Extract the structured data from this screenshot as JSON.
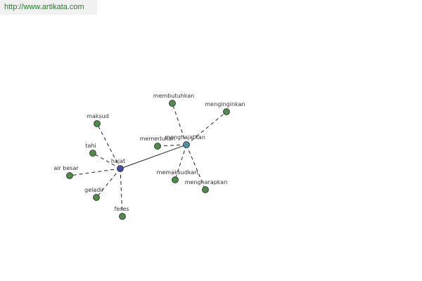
{
  "header": {
    "url": "http://www.artikata.com"
  },
  "graph": {
    "colors": {
      "hub_primary": "#3f4f9f",
      "hub_secondary": "#4f8f9f",
      "leaf": "#4f8a4a",
      "edge": "#222222"
    },
    "nodes": [
      {
        "id": "hajat",
        "label": "hajat",
        "kind": "hub_primary"
      },
      {
        "id": "menghajatkan",
        "label": "menghajatkan",
        "kind": "hub_secondary"
      },
      {
        "id": "maksud",
        "label": "maksud",
        "kind": "leaf"
      },
      {
        "id": "tahi",
        "label": "tahi",
        "kind": "leaf"
      },
      {
        "id": "air-besar",
        "label": "air besar",
        "kind": "leaf"
      },
      {
        "id": "geladir",
        "label": "geladir",
        "kind": "leaf"
      },
      {
        "id": "feses",
        "label": "feses",
        "kind": "leaf"
      },
      {
        "id": "membutuhkan",
        "label": "membutuhkan",
        "kind": "leaf"
      },
      {
        "id": "menginginkan",
        "label": "menginginkan",
        "kind": "leaf"
      },
      {
        "id": "memerlukan",
        "label": "memerlukan",
        "kind": "leaf"
      },
      {
        "id": "memaksudkan",
        "label": "memaksudkan",
        "kind": "leaf"
      },
      {
        "id": "mengharapkan",
        "label": "mengharapkan",
        "kind": "leaf"
      }
    ],
    "edges": [
      {
        "from": "hajat",
        "to": "menghajatkan",
        "style": "solid"
      },
      {
        "from": "hajat",
        "to": "maksud",
        "style": "dashed"
      },
      {
        "from": "hajat",
        "to": "tahi",
        "style": "dashed"
      },
      {
        "from": "hajat",
        "to": "air-besar",
        "style": "dashed"
      },
      {
        "from": "hajat",
        "to": "geladir",
        "style": "dashed"
      },
      {
        "from": "hajat",
        "to": "feses",
        "style": "dashed"
      },
      {
        "from": "menghajatkan",
        "to": "membutuhkan",
        "style": "dashed"
      },
      {
        "from": "menghajatkan",
        "to": "menginginkan",
        "style": "dashed"
      },
      {
        "from": "menghajatkan",
        "to": "memerlukan",
        "style": "dashed"
      },
      {
        "from": "menghajatkan",
        "to": "memaksudkan",
        "style": "dashed"
      },
      {
        "from": "menghajatkan",
        "to": "mengharapkan",
        "style": "dashed"
      }
    ]
  }
}
